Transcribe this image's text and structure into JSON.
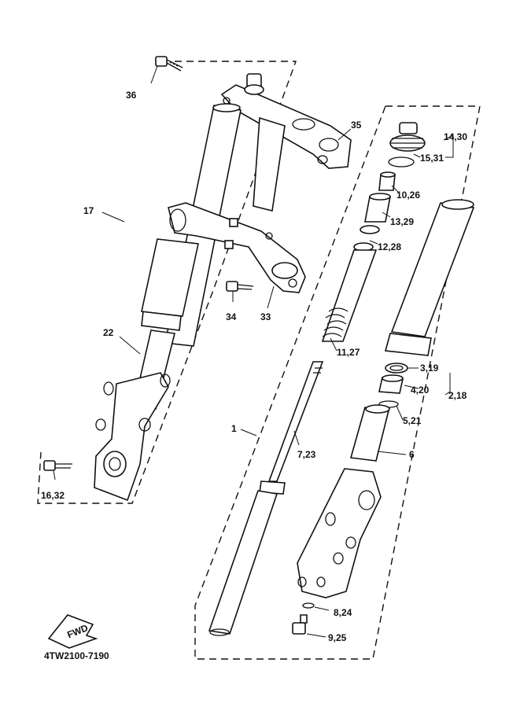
{
  "diagram_code": "4TW2100-7190",
  "fwd_badge": "FWD",
  "callouts": {
    "c36": "36",
    "c35": "35",
    "c17": "17",
    "c14_30": "14,30",
    "c15_31": "15,31",
    "c10_26": "10,26",
    "c13_29": "13,29",
    "c12_28": "12,28",
    "c34": "34",
    "c33": "33",
    "c22": "22",
    "c11_27": "11,27",
    "c3_19": "3,19",
    "c4_20": "4,20",
    "c2_18": "2,18",
    "c5_21": "5,21",
    "c1": "1",
    "c6": "6",
    "c7_23": "7,23",
    "c16_32": "16,32",
    "c8_24": "8,24",
    "c9_25": "9,25"
  }
}
